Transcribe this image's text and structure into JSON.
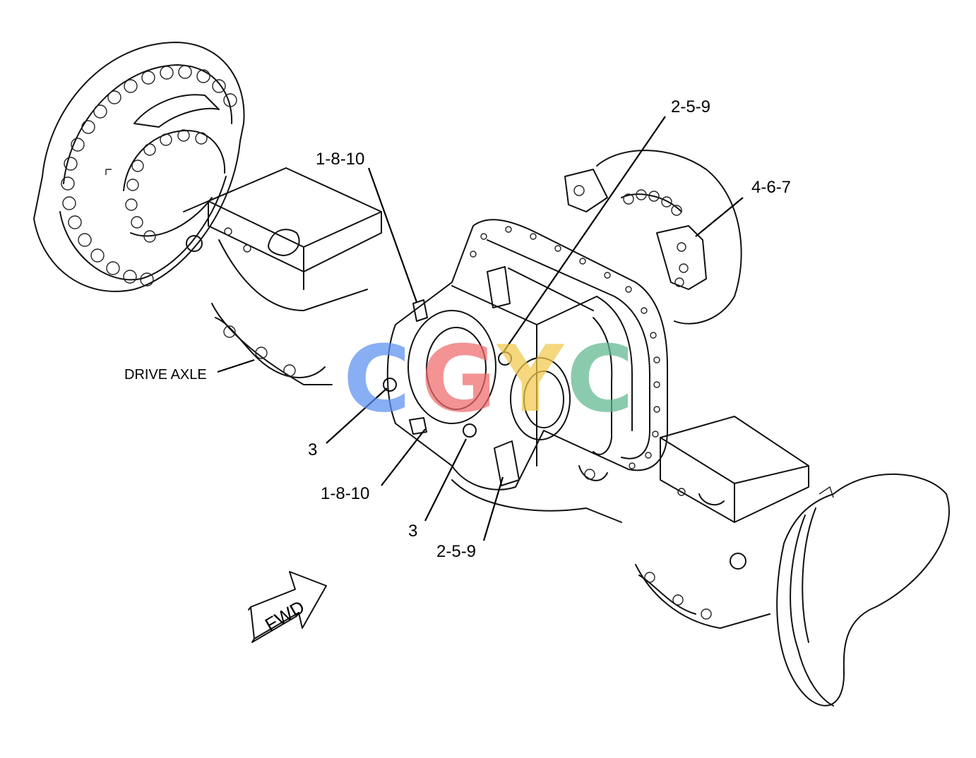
{
  "diagram": {
    "component_label": "DRIVE AXLE",
    "direction_label": "FWD",
    "callouts": [
      {
        "id": "c1",
        "text": "1-8-10"
      },
      {
        "id": "c2",
        "text": "2-5-9"
      },
      {
        "id": "c3",
        "text": "4-6-7"
      },
      {
        "id": "c4",
        "text": "3"
      },
      {
        "id": "c5",
        "text": "1-8-10"
      },
      {
        "id": "c6",
        "text": "3"
      },
      {
        "id": "c7",
        "text": "2-5-9"
      }
    ]
  },
  "watermark": {
    "letters": [
      "C",
      "G",
      "Y",
      "C"
    ],
    "colors": [
      "#5b8ff0",
      "#ef6a6a",
      "#f2c94c",
      "#5fb88e"
    ]
  }
}
